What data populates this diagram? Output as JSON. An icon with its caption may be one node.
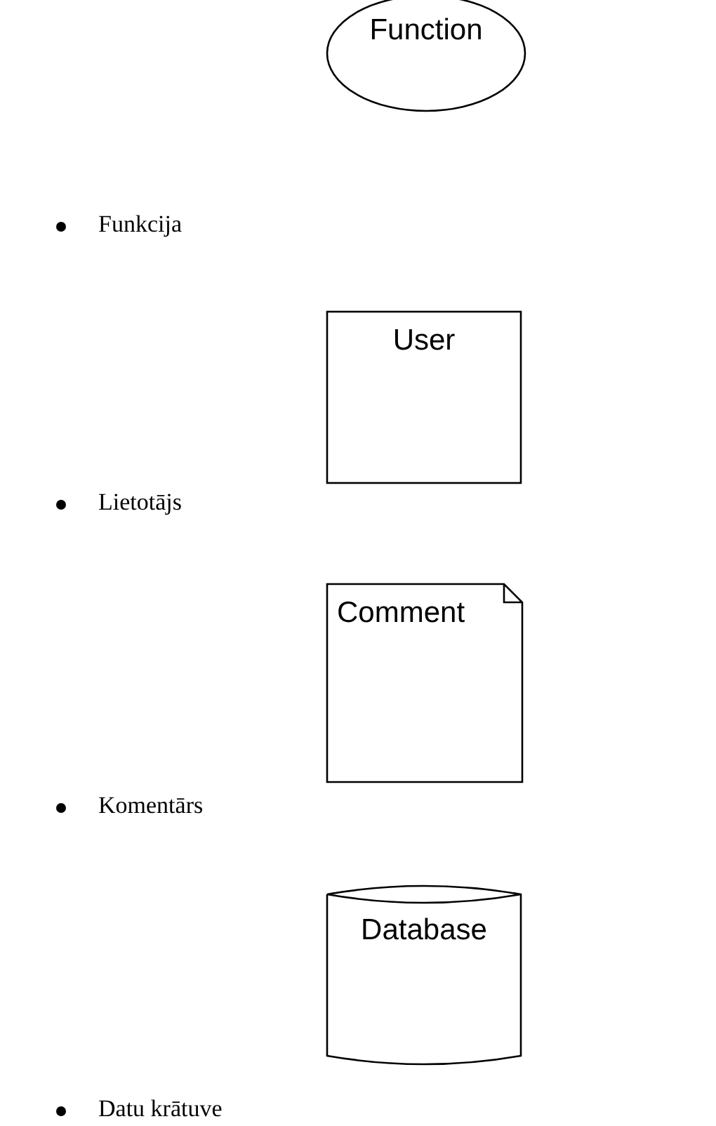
{
  "diagram": {
    "nodes": [
      {
        "text": [
          "Function"
        ]
      },
      {
        "text": [
          "User"
        ]
      },
      {
        "text": [
          "Comment"
        ]
      },
      {
        "text": [
          "Database"
        ]
      }
    ],
    "labels": [
      "Funkcija",
      "Lietotājs",
      "Komentārs",
      "Datu krātuve"
    ]
  }
}
